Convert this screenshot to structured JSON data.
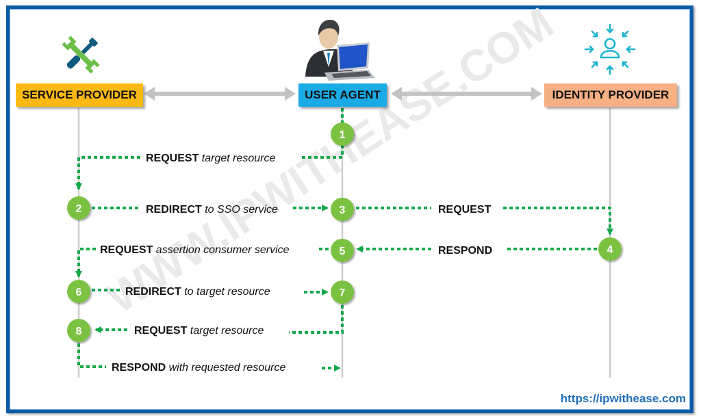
{
  "watermark": "WWW.IPWITHEASE.COM",
  "footer_url": "https://ipwithease.com",
  "actors": {
    "service_provider": {
      "label": "SERVICE PROVIDER",
      "color": "#fcb913",
      "icon": "tools-icon"
    },
    "user_agent": {
      "label": "USER AGENT",
      "color": "#1aabe6",
      "icon": "user-laptop-icon"
    },
    "identity_provider": {
      "label": "IDENTITY PROVIDER",
      "color": "#f6b083",
      "icon": "identity-user-icon"
    }
  },
  "colors": {
    "flow": "#12a84a",
    "step_circle": "#7cc242",
    "lifeline": "#cccccc",
    "header_arrow": "#c3c3c3",
    "frame": "#0d5aa7"
  },
  "steps": [
    {
      "number": "1",
      "actor": "user_agent"
    },
    {
      "number": "2",
      "actor": "service_provider"
    },
    {
      "number": "3",
      "actor": "user_agent"
    },
    {
      "number": "4",
      "actor": "identity_provider"
    },
    {
      "number": "5",
      "actor": "user_agent"
    },
    {
      "number": "6",
      "actor": "service_provider"
    },
    {
      "number": "7",
      "actor": "user_agent"
    },
    {
      "number": "8",
      "actor": "service_provider"
    }
  ],
  "messages": [
    {
      "from": "1",
      "to": "2",
      "verb": "REQUEST",
      "detail": "target resource"
    },
    {
      "from": "2",
      "to": "3",
      "verb": "REDIRECT",
      "detail": "to SSO service"
    },
    {
      "from": "3",
      "to": "4",
      "verb": "REQUEST",
      "detail": ""
    },
    {
      "from": "4",
      "to": "5",
      "verb": "RESPOND",
      "detail": ""
    },
    {
      "from": "5",
      "to": "6",
      "verb": "REQUEST",
      "detail": "assertion consumer service"
    },
    {
      "from": "6",
      "to": "7",
      "verb": "REDIRECT",
      "detail": "to target resource"
    },
    {
      "from": "7",
      "to": "8",
      "verb": "REQUEST",
      "detail": "target resource"
    },
    {
      "from": "8",
      "to": "user_agent",
      "verb": "RESPOND",
      "detail": "with requested resource"
    }
  ]
}
